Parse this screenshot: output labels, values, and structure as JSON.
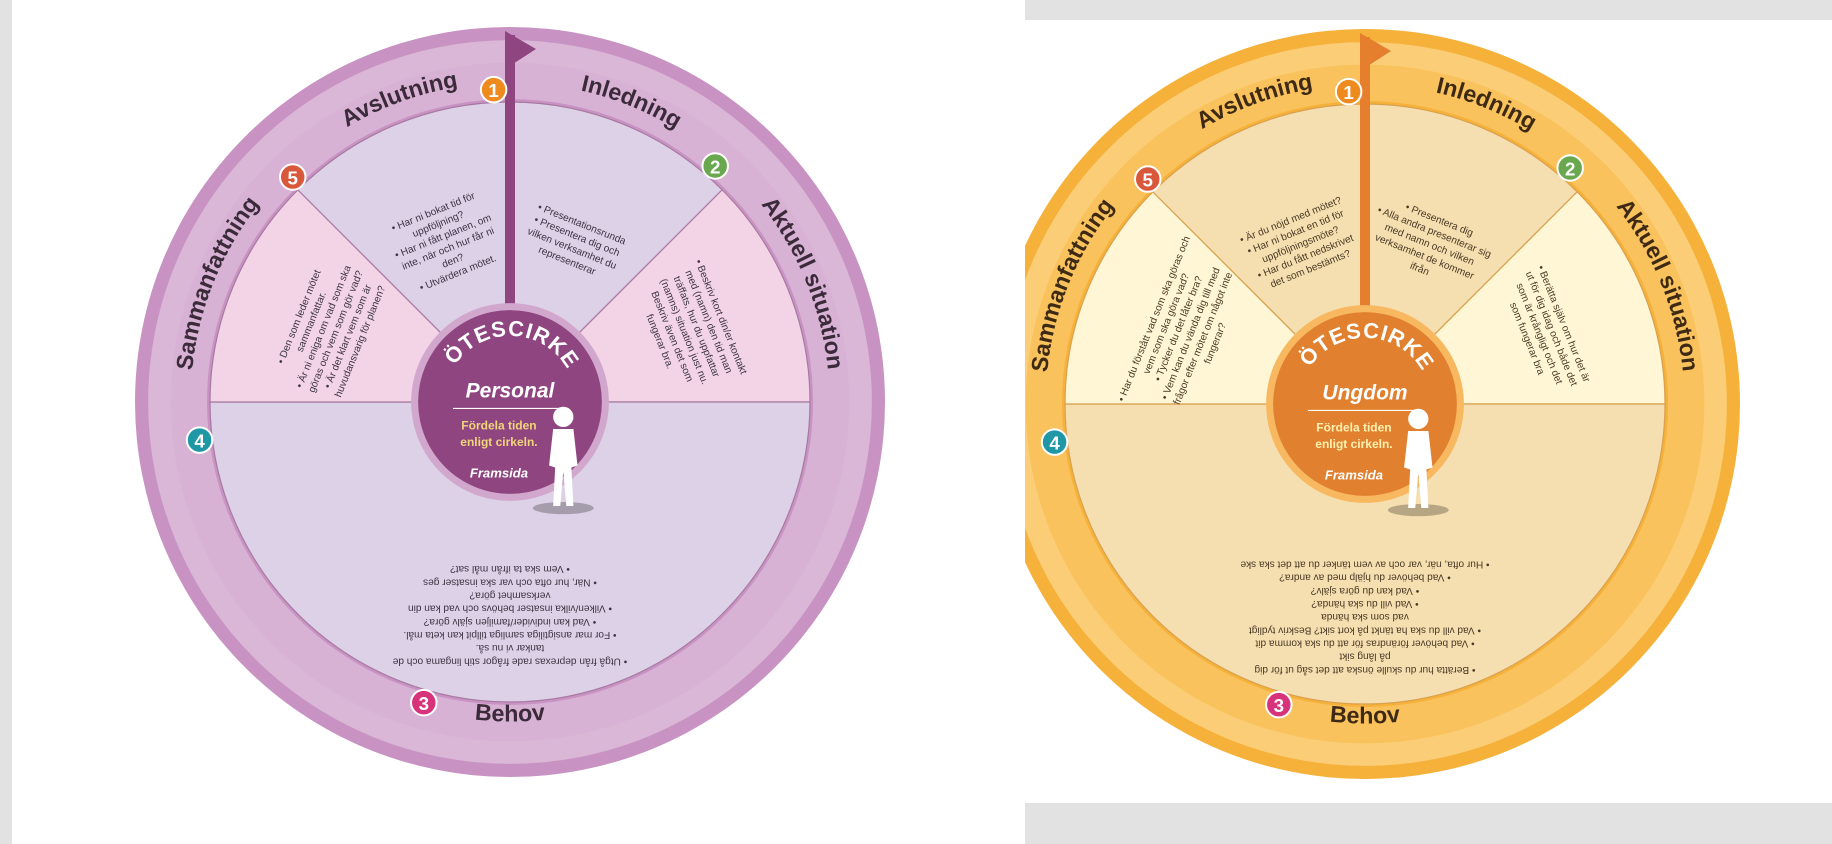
{
  "wheels": [
    {
      "id": "personal",
      "theme": {
        "outer": "#c893c3",
        "ring": "#dab7d6",
        "band": "#d8b2d4",
        "pointer": "#8f4680",
        "center": "#8f4680",
        "center_ring": "#d2a7cd",
        "center_text": "#ffffff",
        "center_accent": "#f1d57a",
        "pink": "#f2d4e6",
        "lilac": "#dcd1e6",
        "label": "#3a2a3a",
        "body": "#3d3445",
        "line": "#a879a1"
      },
      "center": {
        "arc": "MÖTESCIRKEL",
        "name": "Personal",
        "tagline_1": "Fördela tiden",
        "tagline_2": "enligt cirkeln.",
        "footer": "Framsida"
      },
      "phases": [
        {
          "num": "1",
          "title": "Inledning",
          "badge": "#ef8a1f",
          "lines": [
            "• Presentationsrunda",
            "• Presentera dig och",
            "vilken verksamhet du",
            "representerar"
          ]
        },
        {
          "num": "2",
          "title": "Aktuell situation",
          "badge": "#6aa84f",
          "lines": [
            "• Beskriv kort din/er kontakt",
            "med (namn) den tid man",
            "träffats, hur du uppfattar",
            "(namns) situation just nu.",
            "Beskriv även det som",
            "fungerar bra."
          ]
        },
        {
          "num": "3",
          "title": "Behov",
          "badge": "#d6337a",
          "lines": [
            "• Utgå från deprexas rade frågor stih lingama och de",
            "tankar vi nu så.",
            "• For mar ansigtiliga samliga tillpit kan keta mål.",
            "• Vad kan individer/familjen själv göra?",
            "• Vilken/vilka insatser behövs och vad kan din",
            "verksamhet göra?",
            "• När, hur ofta och var ska insatser ges",
            "• Vem ska ta ifrån mål sat?"
          ]
        },
        {
          "num": "4",
          "title": "Sammanfattning",
          "badge": "#1f97a5",
          "lines": [
            "• Den som leder mötet",
            "sammanfattar.",
            "• Är ni eniga om vad som ska",
            "göras och vem som gör vad?",
            "• Är det klart vem som är",
            "huvudansvarig för planen?"
          ]
        },
        {
          "num": "5",
          "title": "Avslutning",
          "badge": "#d9583c",
          "lines": [
            "• Har ni bokat tid för",
            "uppföljning?",
            "• Har ni fått planen, om",
            "inte, när och hur får ni",
            "den?",
            "• Utvärdera mötet."
          ]
        }
      ]
    },
    {
      "id": "ungdom",
      "theme": {
        "outer": "#f6b13b",
        "ring": "#fbcd76",
        "band": "#f9c25c",
        "pointer": "#e57f2d",
        "center": "#e1802f",
        "center_ring": "#f7b860",
        "center_text": "#ffffff",
        "center_accent": "#fff2b0",
        "pink": "#fff6d6",
        "lilac": "#f5deaf",
        "label": "#3e2a14",
        "body": "#4a3a25",
        "line": "#d9a14e"
      },
      "center": {
        "arc": "MÖTESCIRKEL",
        "name": "Ungdom",
        "tagline_1": "Fördela tiden",
        "tagline_2": "enligt cirkeln.",
        "footer": "Framsida"
      },
      "phases": [
        {
          "num": "1",
          "title": "Inledning",
          "badge": "#ef8a1f",
          "lines": [
            "• Presentera dig",
            "• Alla andra presenterar sig",
            "med namn och vilken",
            "verksamhet de kommer",
            "ifrån"
          ]
        },
        {
          "num": "2",
          "title": "Aktuell situation",
          "badge": "#6aa84f",
          "lines": [
            "• Berätta själv om hur det är",
            "ut för dig idag och både det",
            "som är krångligt och det",
            "som fungerar bra"
          ]
        },
        {
          "num": "3",
          "title": "Behov",
          "badge": "#d6337a",
          "lines": [
            "• Berätta hur du skulle önska att det såg ut för dig",
            "på lång sikt",
            "• Vad behöver förändras för att du ska komma dit",
            "• Vad vill du ska ha tänkt på kort sikt? Beskriv tydligt",
            "vad som ska hända",
            "• Vad vill du ska hända?",
            "• Vad kan du göra själv?",
            "• Vad behöver du hjälp med av andra?",
            "• Hur ofta, när, var och av vem tänker du att det ska ske"
          ]
        },
        {
          "num": "4",
          "title": "Sammanfattning",
          "badge": "#1f97a5",
          "lines": [
            "• Har du förstått vad som ska göras och",
            "vem som ska göra vad?",
            "• Tycker du det låter bra?",
            "• Vem kan du vända dig till med",
            "frågor efter mötet om något inte",
            "fungerar?"
          ]
        },
        {
          "num": "5",
          "title": "Avslutning",
          "badge": "#d9583c",
          "lines": [
            "• Är du nöjd med mötet?",
            "• Har ni bokat en tid för",
            "uppföljningsmöte?",
            "• Har du fått nedskrivet",
            "det som bestämts?"
          ]
        }
      ]
    }
  ]
}
